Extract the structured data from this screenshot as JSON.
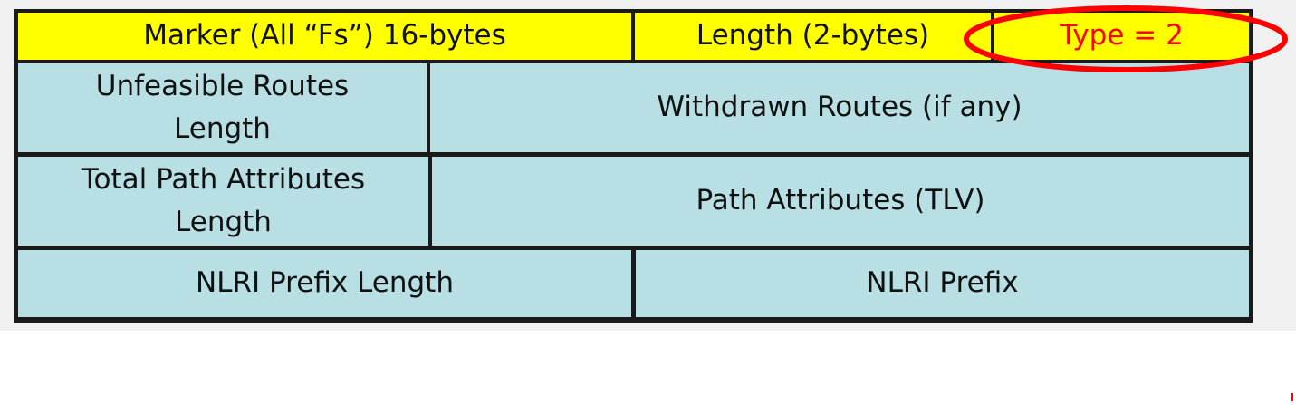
{
  "header_row": {
    "marker": "Marker (All “Fs”)  16-bytes",
    "length": "Length (2-bytes)",
    "type": "Type = 2"
  },
  "row_withdrawn": {
    "left_line1": "Unfeasible Routes",
    "left_line2": "Length",
    "right": "Withdrawn Routes (if any)"
  },
  "row_attributes": {
    "left_line1": "Total Path Attributes",
    "left_line2": "Length",
    "right": "Path Attributes (TLV)"
  },
  "row_nlri": {
    "left": "NLRI Prefix Length",
    "right": "NLRI Prefix"
  },
  "colors": {
    "header_fill": "#ffff00",
    "body_fill": "#b8dfe3",
    "highlight": "#ff0000",
    "border": "#1a1a1a"
  }
}
